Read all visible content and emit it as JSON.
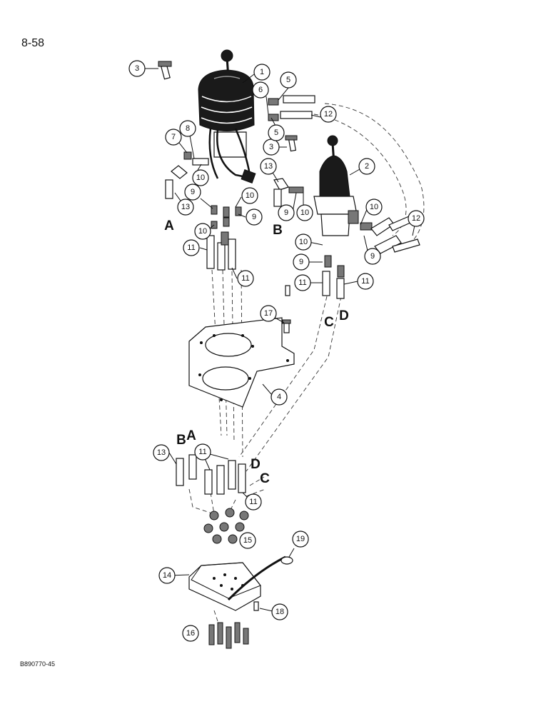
{
  "page": {
    "page_number": "8-58",
    "figure_code": "B890770-45"
  },
  "callouts": [
    {
      "id": "c1",
      "label": "1"
    },
    {
      "id": "c2",
      "label": "2"
    },
    {
      "id": "c3a",
      "label": "3"
    },
    {
      "id": "c3b",
      "label": "3"
    },
    {
      "id": "c4",
      "label": "4"
    },
    {
      "id": "c5a",
      "label": "5"
    },
    {
      "id": "c5b",
      "label": "5"
    },
    {
      "id": "c6",
      "label": "6"
    },
    {
      "id": "c7",
      "label": "7"
    },
    {
      "id": "c8",
      "label": "8"
    },
    {
      "id": "c9a",
      "label": "9"
    },
    {
      "id": "c9b",
      "label": "9"
    },
    {
      "id": "c9c",
      "label": "9"
    },
    {
      "id": "c9d",
      "label": "9"
    },
    {
      "id": "c9e",
      "label": "9"
    },
    {
      "id": "c10a",
      "label": "10"
    },
    {
      "id": "c10b",
      "label": "10"
    },
    {
      "id": "c10c",
      "label": "10"
    },
    {
      "id": "c10d",
      "label": "10"
    },
    {
      "id": "c10e",
      "label": "10"
    },
    {
      "id": "c10f",
      "label": "10"
    },
    {
      "id": "c11a",
      "label": "11"
    },
    {
      "id": "c11b",
      "label": "11"
    },
    {
      "id": "c11c",
      "label": "11"
    },
    {
      "id": "c11d",
      "label": "11"
    },
    {
      "id": "c11e",
      "label": "11"
    },
    {
      "id": "c11f",
      "label": "11"
    },
    {
      "id": "c12a",
      "label": "12"
    },
    {
      "id": "c12b",
      "label": "12"
    },
    {
      "id": "c13a",
      "label": "13"
    },
    {
      "id": "c13b",
      "label": "13"
    },
    {
      "id": "c13c",
      "label": "13"
    },
    {
      "id": "c14",
      "label": "14"
    },
    {
      "id": "c15",
      "label": "15"
    },
    {
      "id": "c16",
      "label": "16"
    },
    {
      "id": "c17",
      "label": "17"
    },
    {
      "id": "c18",
      "label": "18"
    },
    {
      "id": "c19",
      "label": "19"
    }
  ],
  "connection_labels": [
    {
      "id": "A1",
      "label": "A"
    },
    {
      "id": "B1",
      "label": "B"
    },
    {
      "id": "C1",
      "label": "C"
    },
    {
      "id": "D1",
      "label": "D"
    },
    {
      "id": "A2",
      "label": "A"
    },
    {
      "id": "B2",
      "label": "B"
    },
    {
      "id": "C2",
      "label": "C"
    },
    {
      "id": "D2",
      "label": "D"
    }
  ]
}
